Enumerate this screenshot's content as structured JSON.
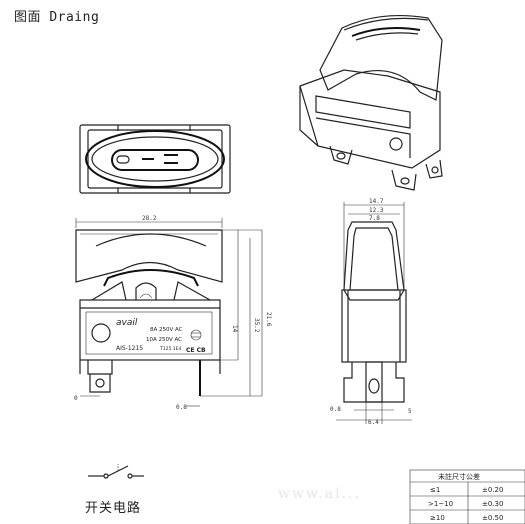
{
  "title": "图面 Draing",
  "circuit_label": "开关电路",
  "label": {
    "brand": "avail",
    "model": "AIS-1215",
    "rating_1": "8A 250V AC",
    "rating_2": "10A 250V AC",
    "rating_3": "T125 1E4",
    "cert_marks": "CE CB"
  },
  "dimensions": {
    "front_width": "28.2",
    "front_height_total": "35.2",
    "front_height_body": "14",
    "front_height_side": "21.6",
    "front_terminal_offset": "0.8",
    "front_terminal_x": "0",
    "side_width_top": "14.7",
    "side_width_2": "12.3",
    "side_width_3": "7.8",
    "side_width_bottom": "6.4",
    "side_terminal": "5",
    "side_terminal_gap": "0.8"
  },
  "tolerance_table": {
    "header": "未註尺寸公差",
    "rows": [
      {
        "range": "≤1",
        "tol": "±0.20"
      },
      {
        "range": ">1~10",
        "tol": "±0.30"
      },
      {
        "range": "≥10",
        "tol": "±0.50"
      }
    ]
  },
  "watermark": "www.ai..."
}
